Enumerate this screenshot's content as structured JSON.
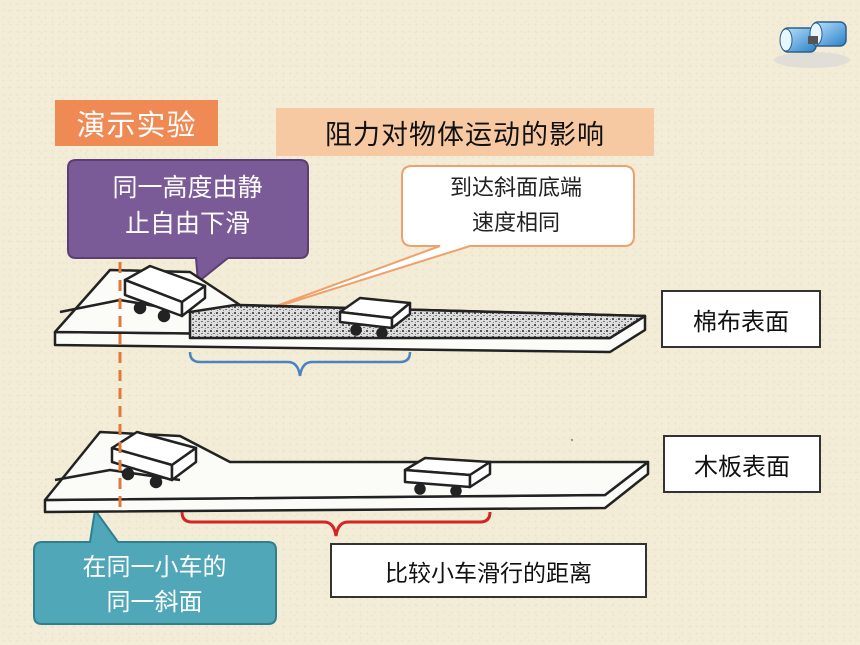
{
  "demo_tag": "演示实验",
  "title": "阻力对物体运动的影响",
  "purple_callout": [
    "同一高度由静",
    "止自由下滑"
  ],
  "orange_callout": [
    "到达斜面底端",
    "速度相同"
  ],
  "cotton_label": "棉布表面",
  "wood_label": "木板表面",
  "teal_callout": [
    "在同一小车的",
    "同一斜面"
  ],
  "compare_label": "比较小车滑行的距离",
  "colors": {
    "background": "#f3ecd6",
    "demo_tag": "#ef8a55",
    "title_box": "#f7c9a2",
    "purple_callout": "#7b5a98",
    "orange_callout_border": "#f0a06a",
    "teal_callout": "#4fa7b8",
    "dashed_line": "#e07a3a",
    "blue_brace": "#4a82c4",
    "red_brace": "#d42525"
  },
  "icons": [
    "binoculars-icon"
  ]
}
